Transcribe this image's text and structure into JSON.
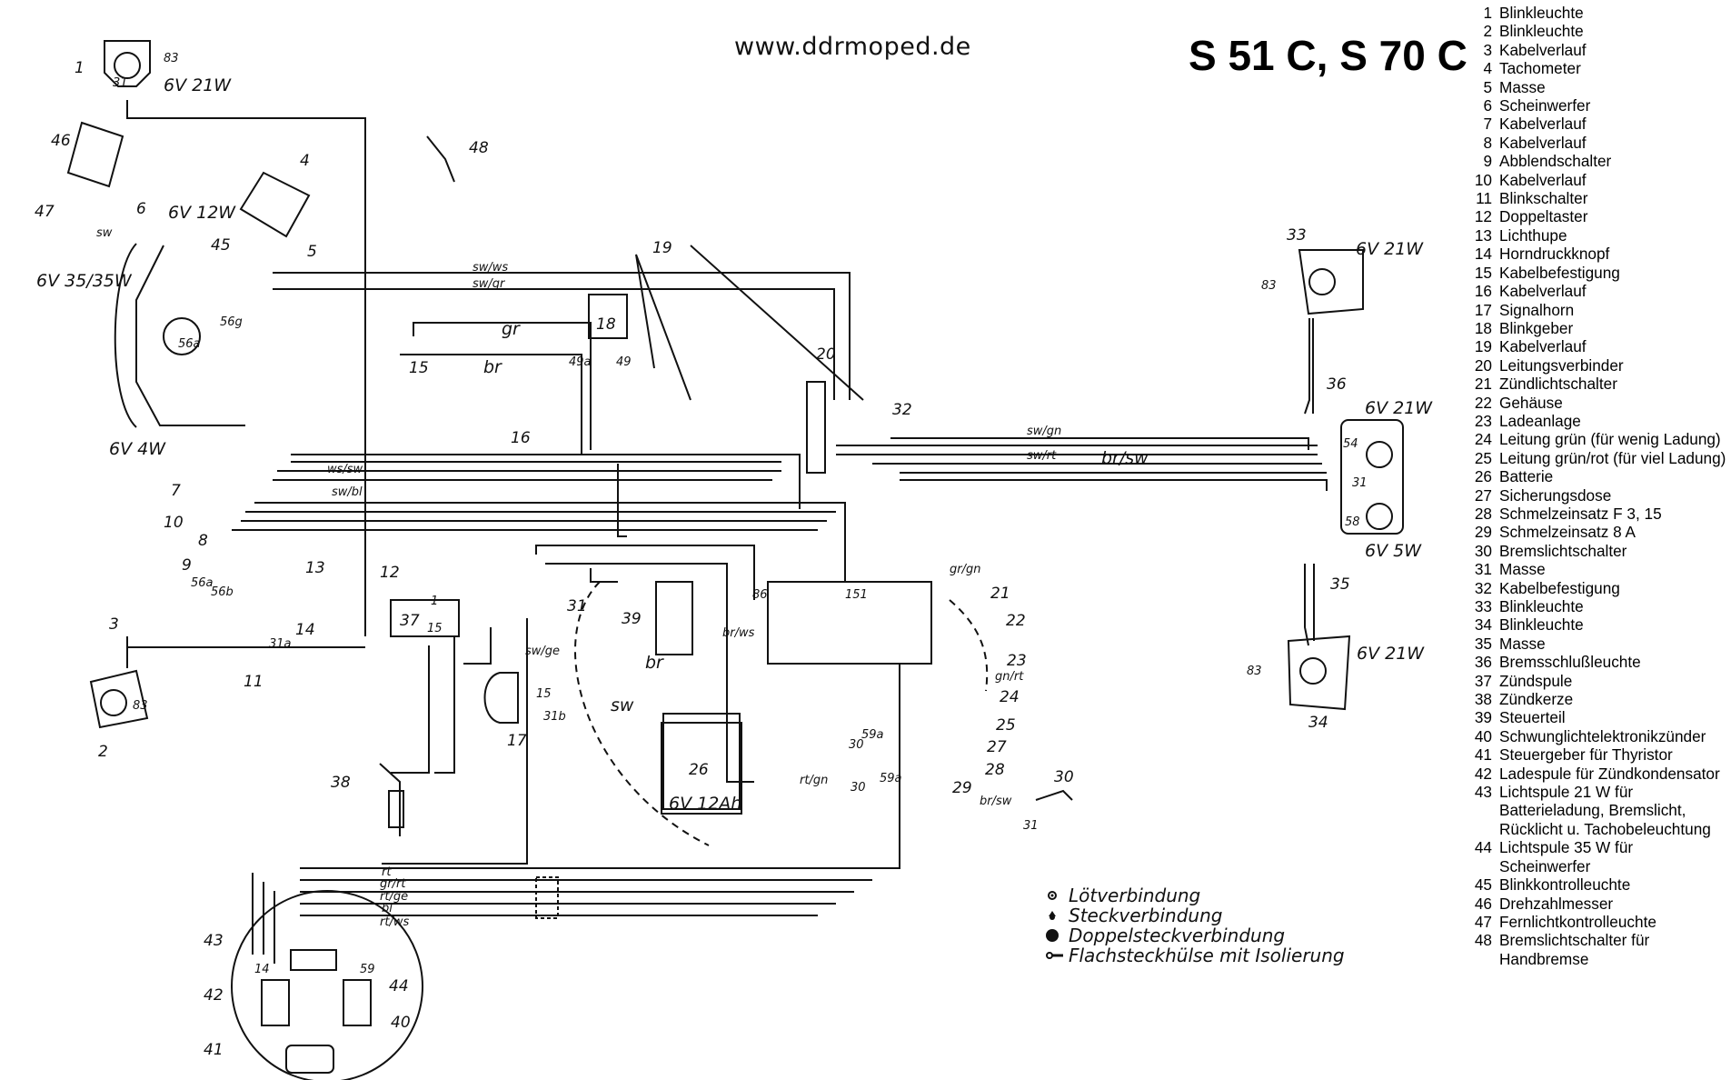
{
  "header": {
    "website": "www.ddrmoped.de",
    "model": "S 51 C, S 70 C"
  },
  "legend": [
    {
      "num": "1",
      "text": "Blinkleuchte"
    },
    {
      "num": "2",
      "text": "Blinkleuchte"
    },
    {
      "num": "3",
      "text": "Kabelverlauf"
    },
    {
      "num": "4",
      "text": "Tachometer"
    },
    {
      "num": "5",
      "text": "Masse"
    },
    {
      "num": "6",
      "text": "Scheinwerfer"
    },
    {
      "num": "7",
      "text": "Kabelverlauf"
    },
    {
      "num": "8",
      "text": "Kabelverlauf"
    },
    {
      "num": "9",
      "text": "Abblendschalter"
    },
    {
      "num": "10",
      "text": "Kabelverlauf"
    },
    {
      "num": "11",
      "text": "Blinkschalter"
    },
    {
      "num": "12",
      "text": "Doppeltaster"
    },
    {
      "num": "13",
      "text": "Lichthupe"
    },
    {
      "num": "14",
      "text": "Horndruckknopf"
    },
    {
      "num": "15",
      "text": "Kabelbefestigung"
    },
    {
      "num": "16",
      "text": "Kabelverlauf"
    },
    {
      "num": "17",
      "text": "Signalhorn"
    },
    {
      "num": "18",
      "text": "Blinkgeber"
    },
    {
      "num": "19",
      "text": "Kabelverlauf"
    },
    {
      "num": "20",
      "text": "Leitungsverbinder"
    },
    {
      "num": "21",
      "text": "Zündlichtschalter"
    },
    {
      "num": "22",
      "text": "Gehäuse"
    },
    {
      "num": "23",
      "text": "Ladeanlage"
    },
    {
      "num": "24",
      "text": "Leitung grün (für wenig Ladung)"
    },
    {
      "num": "25",
      "text": "Leitung grün/rot (für viel Ladung)"
    },
    {
      "num": "26",
      "text": "Batterie"
    },
    {
      "num": "27",
      "text": "Sicherungsdose"
    },
    {
      "num": "28",
      "text": "Schmelzeinsatz F 3, 15"
    },
    {
      "num": "29",
      "text": "Schmelzeinsatz 8 A"
    },
    {
      "num": "30",
      "text": "Bremslichtschalter"
    },
    {
      "num": "31",
      "text": "Masse"
    },
    {
      "num": "32",
      "text": "Kabelbefestigung"
    },
    {
      "num": "33",
      "text": "Blinkleuchte"
    },
    {
      "num": "34",
      "text": "Blinkleuchte"
    },
    {
      "num": "35",
      "text": "Masse"
    },
    {
      "num": "36",
      "text": "Bremsschlußleuchte"
    },
    {
      "num": "37",
      "text": "Zündspule"
    },
    {
      "num": "38",
      "text": "Zündkerze"
    },
    {
      "num": "39",
      "text": "Steuerteil"
    },
    {
      "num": "40",
      "text": "Schwunglichtelektronikzünder"
    },
    {
      "num": "41",
      "text": "Steuergeber für Thyristor"
    },
    {
      "num": "42",
      "text": "Ladespule für Zündkondensator"
    },
    {
      "num": "43",
      "text": "Lichtspule 21 W für Batterieladung, Bremslicht, Rücklicht u. Tachobeleuchtung"
    },
    {
      "num": "44",
      "text": "Lichtspule 35 W für Scheinwerfer"
    },
    {
      "num": "45",
      "text": "Blinkkontrolleuchte"
    },
    {
      "num": "46",
      "text": "Drehzahlmesser"
    },
    {
      "num": "47",
      "text": "Fernlichtkontrolleuchte"
    },
    {
      "num": "48",
      "text": "Bremslichtschalter für Handbremse"
    }
  ],
  "symbols": [
    {
      "text": "Lötverbindung",
      "icon": "solder-joint-icon"
    },
    {
      "text": "Steckverbindung",
      "icon": "plug-connection-icon"
    },
    {
      "text": "Doppelsteckverbindung",
      "icon": "double-plug-icon"
    },
    {
      "text": "Flachsteckhülse mit Isolierung",
      "icon": "flat-socket-icon"
    }
  ],
  "lamp_ratings": {
    "blinker": "6V 21W",
    "tacho": "6V 12W",
    "headlamp": "6V 35/35W",
    "parking": "6V 4W",
    "tail": "6V 5W",
    "battery": "6V 12Ah"
  },
  "wire_labels": {
    "sw_ws": "sw/ws",
    "sw_gr": "sw/gr",
    "gr": "gr",
    "br": "br",
    "sw": "sw",
    "sw_gn": "sw/gn",
    "br_sw": "br/sw",
    "sw_rt": "sw/rt",
    "ws_sw": "ws/sw",
    "sw_bl": "sw/bl",
    "sw_ge": "sw/ge",
    "gr_gn": "gr/gn",
    "gn_rt": "gn/rt",
    "rt": "rt",
    "gr_rt": "gr/rt",
    "rt_ge": "rt/ge",
    "bl": "bl",
    "rt_ws": "rt/ws",
    "rt_gn": "rt/gn",
    "br_ws": "br/ws"
  },
  "part_numbers": {
    "p1": "1",
    "p2": "2",
    "p3": "3",
    "p4": "4",
    "p5": "5",
    "p6": "6",
    "p7": "7",
    "p8": "8",
    "p9": "9",
    "p10": "10",
    "p11": "11",
    "p12": "12",
    "p13": "13",
    "p14": "14",
    "p15": "15",
    "p16": "16",
    "p17": "17",
    "p18": "18",
    "p19": "19",
    "p20": "20",
    "p21": "21",
    "p22": "22",
    "p23": "23",
    "p24": "24",
    "p25": "25",
    "p26": "26",
    "p27": "27",
    "p28": "28",
    "p29": "29",
    "p30": "30",
    "p31": "31",
    "p32": "32",
    "p33": "33",
    "p34": "34",
    "p35": "35",
    "p36": "36",
    "p37": "37",
    "p38": "38",
    "p39": "39",
    "p40": "40",
    "p41": "41",
    "p42": "42",
    "p43": "43",
    "p44": "44",
    "p45": "45",
    "p46": "46",
    "p47": "47",
    "p48": "48"
  },
  "terminals": {
    "t31": "31",
    "t83": "83",
    "t54": "54",
    "t58": "58",
    "t56a": "56a",
    "t56b": "56b",
    "t56g": "56g",
    "t49": "49",
    "t49a": "49a",
    "t59": "59",
    "t59a": "59a",
    "t30": "30",
    "t15": "15",
    "t1": "1",
    "t31b": "31b",
    "t14": "14",
    "t31a": "31a",
    "t86": "86",
    "t151": "151"
  }
}
